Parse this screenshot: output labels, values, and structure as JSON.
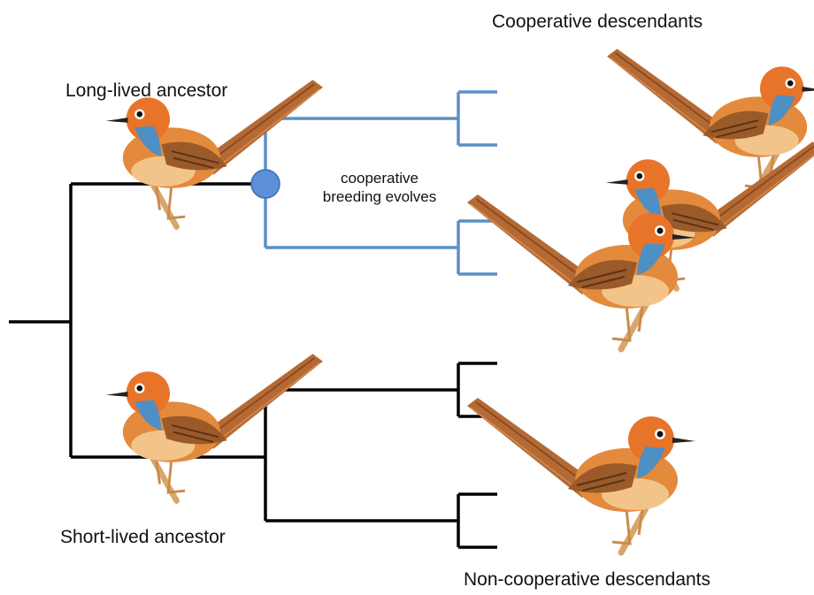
{
  "labels": {
    "cooperative_descendants": "Cooperative descendants",
    "long_lived_ancestor": "Long-lived ancestor",
    "event_line1": "cooperative",
    "event_line2": "breeding evolves",
    "short_lived_ancestor": "Short-lived ancestor",
    "non_cooperative_descendants": "Non-cooperative descendants"
  },
  "colors": {
    "cooperative_branch": "#5b8fc7",
    "ancestral_branch": "#000000",
    "event_node": "#5b8fd6"
  },
  "icons": [
    "bird-icon",
    "event-node-icon"
  ]
}
